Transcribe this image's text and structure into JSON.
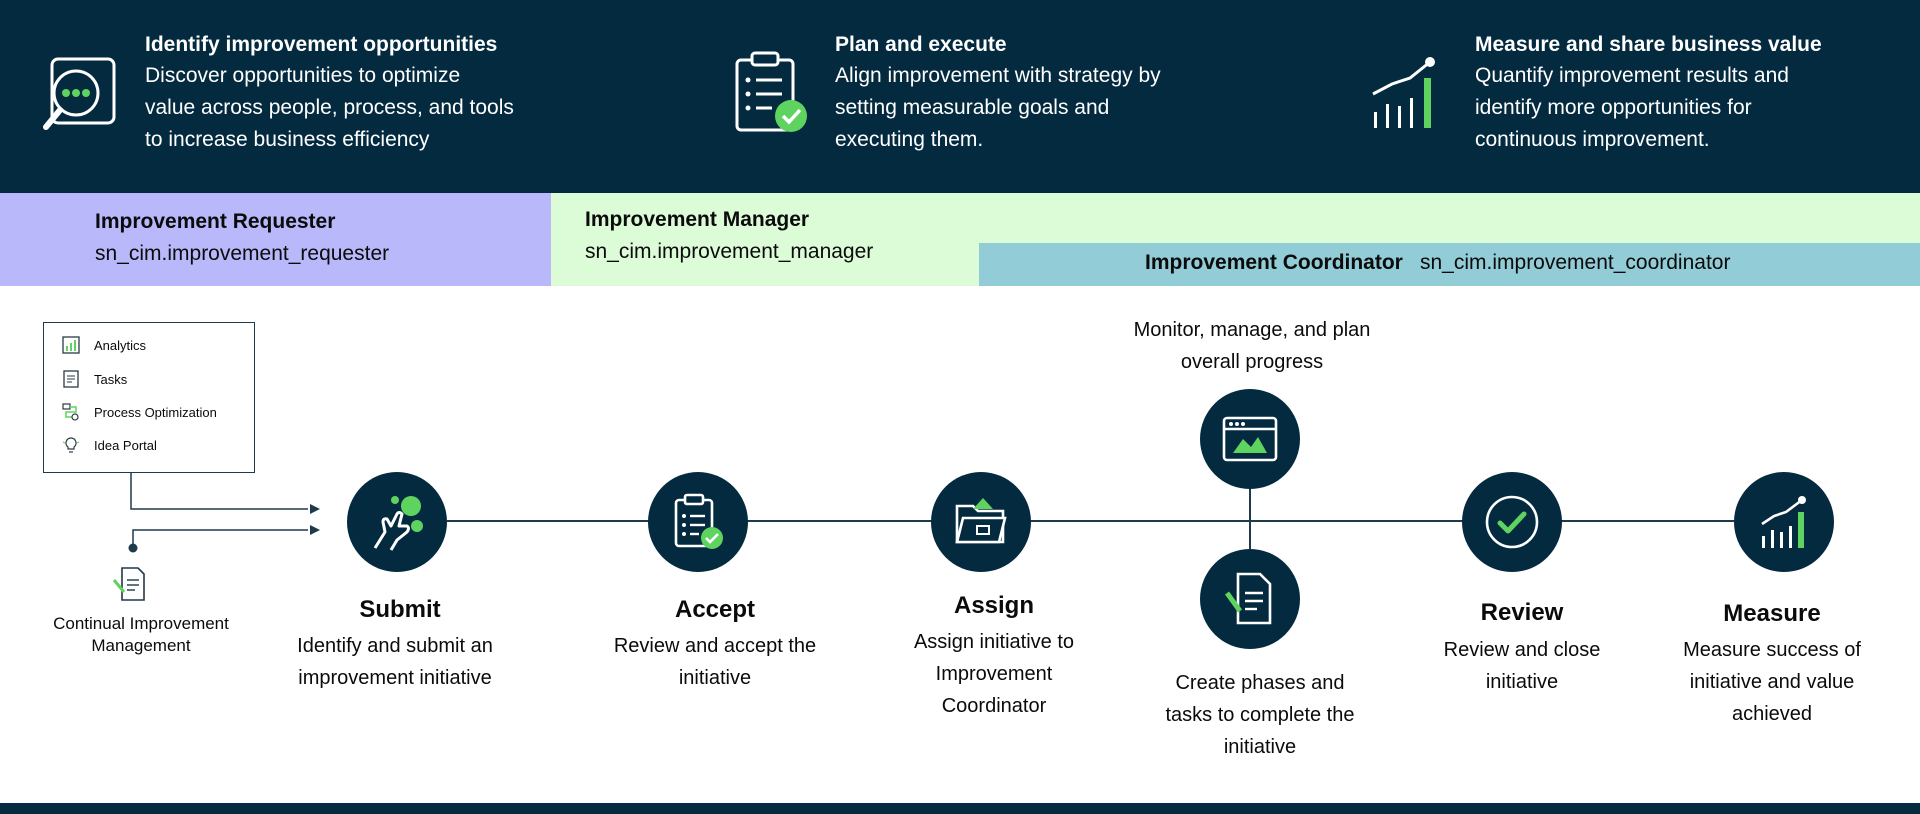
{
  "features": [
    {
      "title": "Identify improvement opportunities",
      "desc": "Discover opportunities to optimize value across people, process, and tools to increase business efficiency",
      "icon": "search-magnifier-icon"
    },
    {
      "title": "Plan and execute",
      "desc": "Align improvement with strategy by setting measurable goals and executing them.",
      "icon": "clipboard-check-icon"
    },
    {
      "title": "Measure and share business value",
      "desc": "Quantify improvement results and identify more opportunities for continuous improvement.",
      "icon": "growth-chart-icon"
    }
  ],
  "roles": {
    "requester": {
      "title": "Improvement Requester",
      "code": "sn_cim.improvement_requester"
    },
    "manager": {
      "title": "Improvement Manager",
      "code": "sn_cim.improvement_manager"
    },
    "coordinator": {
      "title": "Improvement Coordinator",
      "code": "sn_cim.improvement_coordinator"
    }
  },
  "sources": [
    {
      "label": "Analytics",
      "icon": "analytics-icon"
    },
    {
      "label": "Tasks",
      "icon": "tasks-icon"
    },
    {
      "label": "Process Optimization",
      "icon": "process-optimization-icon"
    },
    {
      "label": "Idea Portal",
      "icon": "lightbulb-icon"
    }
  ],
  "cim": {
    "label": "Continual Improvement Management",
    "icon": "document-pen-icon"
  },
  "steps": [
    {
      "title": "Submit",
      "desc": "Identify and submit an improvement initiative"
    },
    {
      "title": "Accept",
      "desc": "Review and accept the initiative"
    },
    {
      "title": "Assign",
      "desc": "Assign initiative to Improvement Coordinator"
    },
    {
      "title": "Review",
      "desc": "Review and close initiative"
    },
    {
      "title": "Measure",
      "desc": "Measure success of initiative and value achieved"
    }
  ],
  "branch": {
    "top": "Monitor, manage, and plan overall progress",
    "bottom": "Create phases and tasks to complete the initiative"
  },
  "colors": {
    "navy": "#042a3f",
    "green": "#5fd35f",
    "purple": "#b8b8fa",
    "mint": "#dcfcd8",
    "teal": "#92ccd6"
  }
}
